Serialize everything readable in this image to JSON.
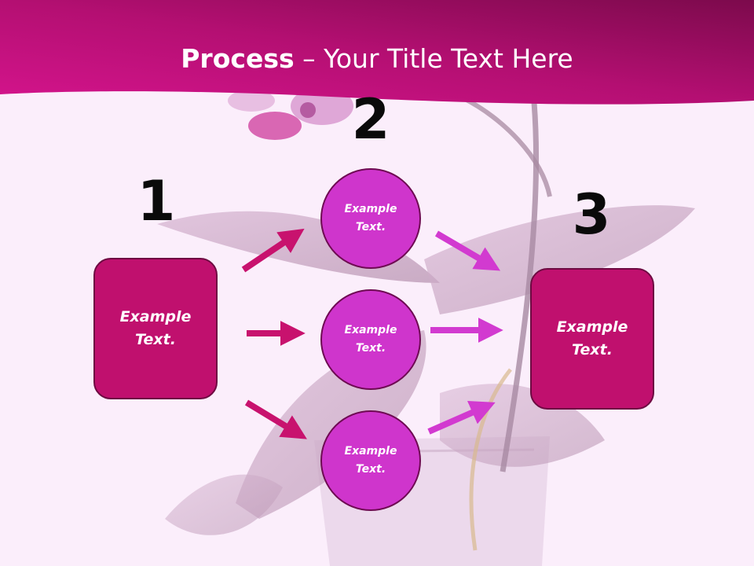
{
  "slide": {
    "title_bold": "Process",
    "title_rest": " – Your Title Text Here"
  },
  "steps": {
    "one": {
      "number": "1",
      "text": "Example Text."
    },
    "two": {
      "number": "2"
    },
    "three": {
      "number": "3",
      "text": "Example Text."
    }
  },
  "circles": [
    {
      "text": "Example Text."
    },
    {
      "text": "Example Text."
    },
    {
      "text": "Example Text."
    }
  ],
  "colors": {
    "banner": "#b0106a",
    "box_fill": "#c0106e",
    "circle_fill": "#cf35cc",
    "arrow_left": "#c8126e",
    "arrow_right": "#d23ad0",
    "number": "#0a0a0a"
  }
}
